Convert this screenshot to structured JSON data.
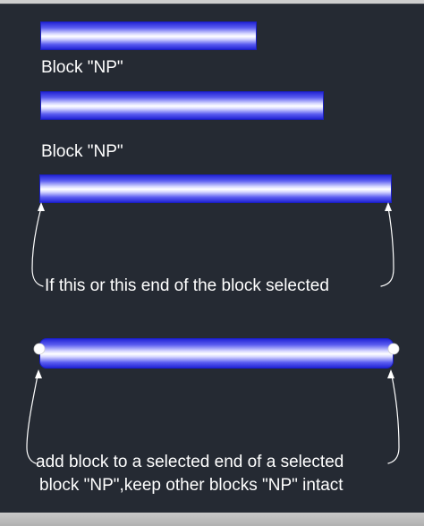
{
  "annotations": {
    "block_label_1": "Block \"NP\"",
    "block_label_2": "Block \"NP\"",
    "selection_note": "If this or this end of the block selected",
    "action_note_line1": "add block to a selected end of a selected",
    "action_note_line2": "block \"NP\",keep other blocks \"NP\" intact"
  },
  "colors": {
    "canvas_background": "#252a33",
    "block_edge": "#2426d6",
    "block_highlight": "#ffffff",
    "annotation_text": "#ffffff",
    "leader_line": "#ffffff"
  }
}
